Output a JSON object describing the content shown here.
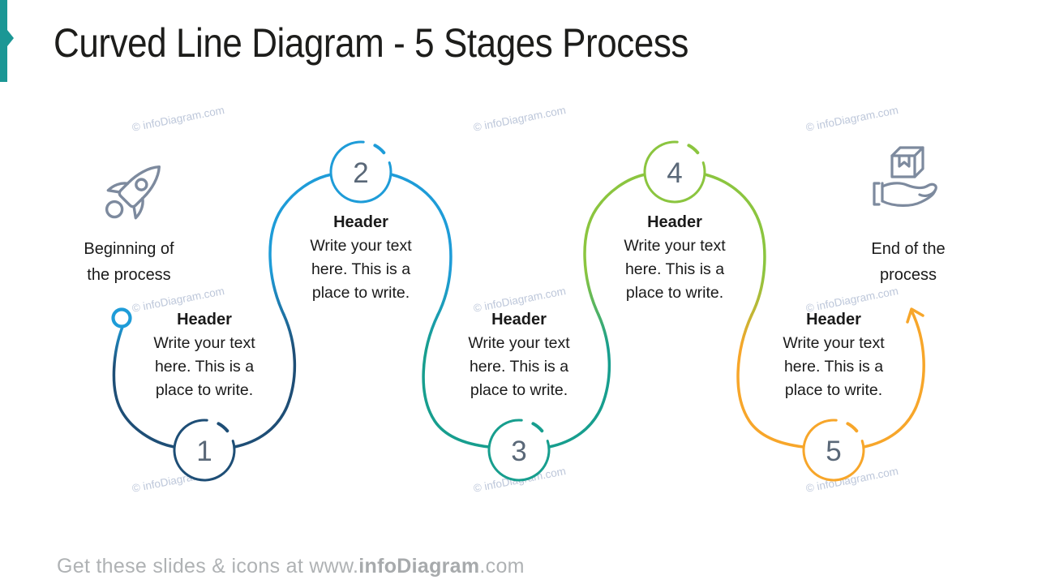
{
  "title": "Curved Line Diagram - 5 Stages Process",
  "accent": {
    "color": "#1B9795"
  },
  "colors": {
    "number": "#5A6878",
    "icon": "#7D8A9E",
    "text": "#1A1A1A",
    "watermark": "#B6C1D6",
    "junctions": [
      "#1E75A7",
      "#1B9DB3",
      "#4EB267",
      "#C1B635"
    ]
  },
  "labels": {
    "start": "Beginning of\nthe process",
    "end": "End of the\nprocess"
  },
  "stages": [
    {
      "number": "1",
      "color": "#1E4E76",
      "position": "bottom",
      "header": "Header",
      "body": "Write your text\nhere. This is a\nplace to write."
    },
    {
      "number": "2",
      "color": "#1E9CD8",
      "position": "top",
      "header": "Header",
      "body": "Write your text\nhere. This is a\nplace to write."
    },
    {
      "number": "3",
      "color": "#179E8E",
      "position": "bottom",
      "header": "Header",
      "body": "Write your text\nhere. This is a\nplace to write."
    },
    {
      "number": "4",
      "color": "#8BC53F",
      "position": "top",
      "header": "Header",
      "body": "Write your text\nhere. This is a\nplace to write."
    },
    {
      "number": "5",
      "color": "#F7A62A",
      "position": "bottom",
      "header": "Header",
      "body": "Write your text\nhere. This is a\nplace to write."
    }
  ],
  "icons": {
    "start": "rocket-icon",
    "end": "delivery-hand-icon"
  },
  "watermark": {
    "text": "© infoDiagram.com"
  },
  "footer": {
    "prefix": "Get these slides & icons at www.",
    "brand": "infoDiagram",
    "suffix": ".com",
    "color": "#AFB2B4"
  }
}
